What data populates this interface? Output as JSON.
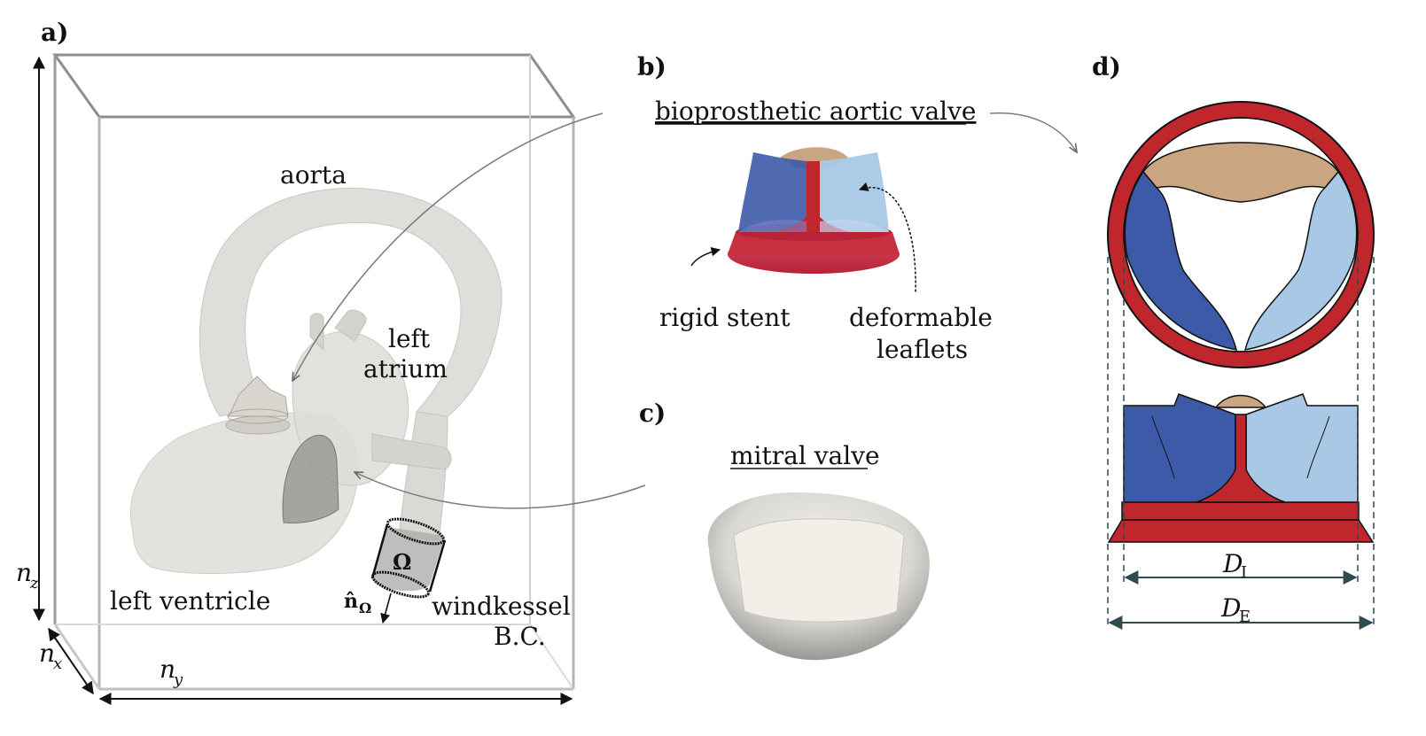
{
  "panels": {
    "a": "a)",
    "b": "b)",
    "c": "c)",
    "d": "d)"
  },
  "panel_a": {
    "aorta": "aorta",
    "left_atrium_1": "left",
    "left_atrium_2": "atrium",
    "left_ventricle": "left ventricle",
    "omega": "Ω",
    "normal": "n̂",
    "normal_sub": "Ω",
    "windkessel_1": "windkessel",
    "windkessel_2": "B.C.",
    "nz": "n",
    "nz_sub": "z",
    "nx": "n",
    "nx_sub": "x",
    "ny": "n",
    "ny_sub": "y"
  },
  "panel_b": {
    "title": "bioprosthetic aortic valve",
    "rigid_stent": "rigid stent",
    "deformable_1": "deformable",
    "deformable_2": "leaflets"
  },
  "panel_c": {
    "title": "mitral valve"
  },
  "panel_d": {
    "di": "D",
    "di_sub": "I",
    "de": "D",
    "de_sub": "E"
  },
  "colors": {
    "stent_red": "#c0272d",
    "leaflet_dark_blue": "#3c5aa8",
    "leaflet_light_blue": "#a8c8e6",
    "leaflet_tan": "#c9a581",
    "tissue_gray": "#d8d6d0",
    "dim_line": "#2f4b4f"
  }
}
